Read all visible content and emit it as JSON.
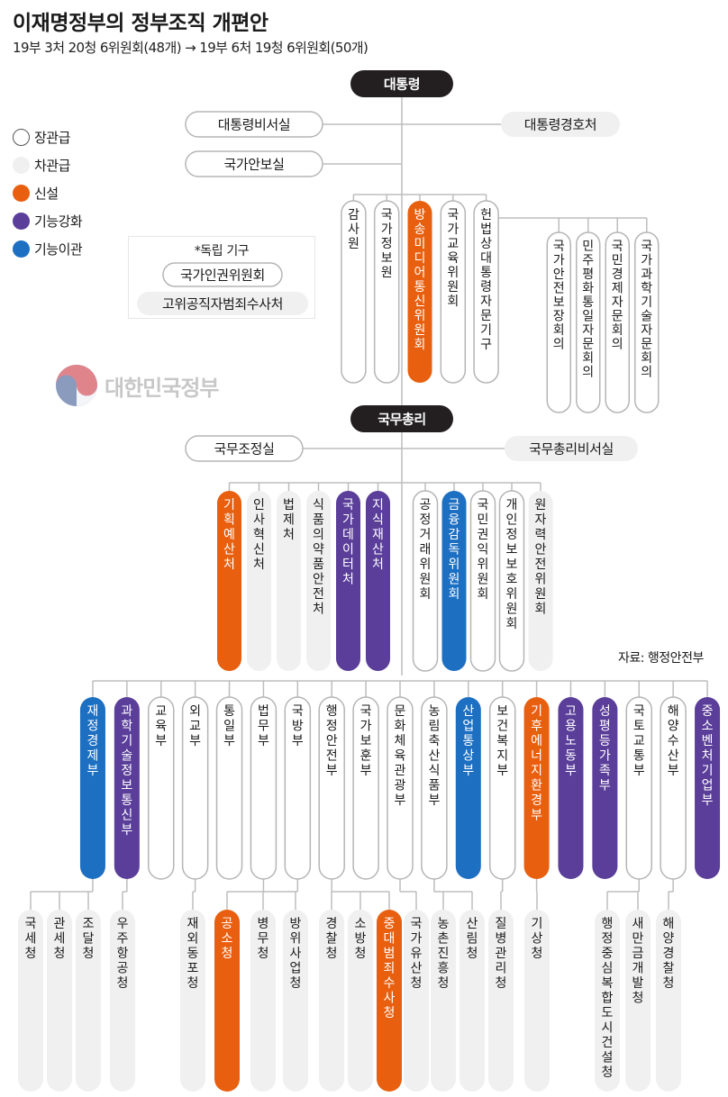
{
  "header": {
    "title": "이재명정부의 정부조직 개편안",
    "subtitle": "19부 3처 20청 6위원회(48개) → 19부 6처 19청 6위원회(50개)"
  },
  "colors": {
    "minister": "#ffffff",
    "vice": "#f0f0f0",
    "new": "#e8600f",
    "strengthened": "#5a3e99",
    "transferred": "#1d6fc2",
    "dark": "#231f20",
    "line": "#bdbdbd",
    "border": "#b5b5b5"
  },
  "legend": [
    {
      "label": "장관급",
      "type": "minister"
    },
    {
      "label": "차관급",
      "type": "vice"
    },
    {
      "label": "신설",
      "type": "new"
    },
    {
      "label": "기능강화",
      "type": "strengthened"
    },
    {
      "label": "기능이관",
      "type": "transferred"
    }
  ],
  "independent": {
    "label": "*독립 기구",
    "items": [
      {
        "label": "국가인권위원회",
        "type": "minister"
      },
      {
        "label": "고위공직자범죄수사처",
        "type": "vice"
      }
    ]
  },
  "logo": {
    "name": "대한민국정부",
    "icon": "taegeuk-icon"
  },
  "source": "자료: 행정안전부",
  "chart_data": {
    "type": "org-chart",
    "president": "대통령",
    "president_offices_left": [
      {
        "label": "대통령비서실",
        "type": "minister"
      },
      {
        "label": "국가안보실",
        "type": "minister"
      }
    ],
    "president_offices_right": [
      {
        "label": "대통령경호처",
        "type": "vice"
      }
    ],
    "president_agencies": [
      {
        "label": "감사원",
        "type": "minister"
      },
      {
        "label": "국가정보원",
        "type": "minister"
      },
      {
        "label": "방송미디어통신위원회",
        "type": "new"
      },
      {
        "label": "국가교육위원회",
        "type": "minister"
      },
      {
        "label": "헌법상 대통령자문기구",
        "type": "minister"
      }
    ],
    "advisory": [
      {
        "label": "국가안전보장회의",
        "type": "minister"
      },
      {
        "label": "민주평화통일자문회의",
        "type": "minister"
      },
      {
        "label": "국민경제자문회의",
        "type": "minister"
      },
      {
        "label": "국가과학기술자문회의",
        "type": "minister"
      }
    ],
    "prime_minister": "국무총리",
    "pm_offices_left": [
      {
        "label": "국무조정실",
        "type": "minister"
      }
    ],
    "pm_offices_right": [
      {
        "label": "국무총리비서실",
        "type": "vice"
      }
    ],
    "pm_agencies": [
      {
        "label": "기획예산처",
        "type": "new"
      },
      {
        "label": "인사혁신처",
        "type": "vice"
      },
      {
        "label": "법제처",
        "type": "vice"
      },
      {
        "label": "식품의약품안전처",
        "type": "vice"
      },
      {
        "label": "국가데이터처",
        "type": "strengthened"
      },
      {
        "label": "지식재산처",
        "type": "strengthened"
      }
    ],
    "pm_committees": [
      {
        "label": "공정거래위원회",
        "type": "minister"
      },
      {
        "label": "금융감독위원회",
        "type": "transferred"
      },
      {
        "label": "국민권익위원회",
        "type": "minister"
      },
      {
        "label": "개인정보보호위원회",
        "type": "minister"
      },
      {
        "label": "원자력안전위원회",
        "type": "vice"
      }
    ],
    "ministries": [
      {
        "label": "재정경제부",
        "type": "transferred"
      },
      {
        "label": "과학기술정보통신부",
        "type": "strengthened"
      },
      {
        "label": "교육부",
        "type": "minister"
      },
      {
        "label": "외교부",
        "type": "minister"
      },
      {
        "label": "통일부",
        "type": "minister"
      },
      {
        "label": "법무부",
        "type": "minister"
      },
      {
        "label": "국방부",
        "type": "minister"
      },
      {
        "label": "행정안전부",
        "type": "minister"
      },
      {
        "label": "국가보훈부",
        "type": "minister"
      },
      {
        "label": "문화체육관광부",
        "type": "minister"
      },
      {
        "label": "농림축산식품부",
        "type": "minister"
      },
      {
        "label": "산업통상부",
        "type": "transferred"
      },
      {
        "label": "보건복지부",
        "type": "minister"
      },
      {
        "label": "기후에너지환경부",
        "type": "new"
      },
      {
        "label": "고용노동부",
        "type": "strengthened"
      },
      {
        "label": "성평등가족부",
        "type": "strengthened"
      },
      {
        "label": "국토교통부",
        "type": "minister"
      },
      {
        "label": "해양수산부",
        "type": "minister"
      },
      {
        "label": "중소벤처기업부",
        "type": "strengthened"
      }
    ],
    "agencies": [
      {
        "label": "국세청",
        "parent": 0,
        "type": "vice"
      },
      {
        "label": "관세청",
        "parent": 0,
        "type": "vice"
      },
      {
        "label": "조달청",
        "parent": 0,
        "type": "vice"
      },
      {
        "label": "우주항공청",
        "parent": 1,
        "type": "vice"
      },
      {
        "label": "재외동포청",
        "parent": 3,
        "type": "vice"
      },
      {
        "label": "공소청",
        "parent": 5,
        "type": "new"
      },
      {
        "label": "병무청",
        "parent": 6,
        "type": "vice"
      },
      {
        "label": "방위사업청",
        "parent": 6,
        "type": "vice"
      },
      {
        "label": "경찰청",
        "parent": 7,
        "type": "vice"
      },
      {
        "label": "소방청",
        "parent": 7,
        "type": "vice"
      },
      {
        "label": "중대범죄수사청",
        "parent": 7,
        "type": "new"
      },
      {
        "label": "국가유산청",
        "parent": 9,
        "type": "vice"
      },
      {
        "label": "농촌진흥청",
        "parent": 10,
        "type": "vice"
      },
      {
        "label": "산림청",
        "parent": 10,
        "type": "vice"
      },
      {
        "label": "질병관리청",
        "parent": 12,
        "type": "vice"
      },
      {
        "label": "기상청",
        "parent": 13,
        "type": "vice"
      },
      {
        "label": "행정중심복합도시건설청",
        "parent": 16,
        "type": "vice"
      },
      {
        "label": "새만금개발청",
        "parent": 16,
        "type": "vice"
      },
      {
        "label": "해양경찰청",
        "parent": 17,
        "type": "vice"
      }
    ]
  }
}
